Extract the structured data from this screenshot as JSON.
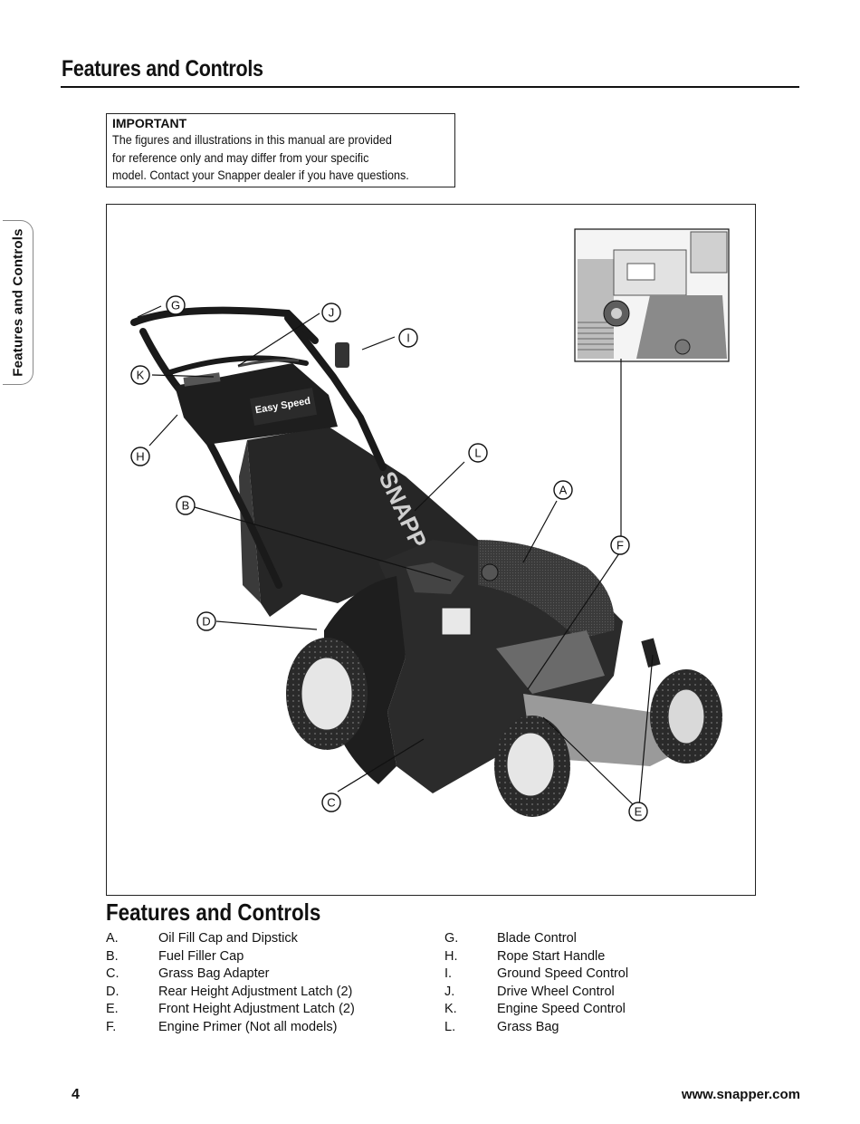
{
  "header": {
    "title": "Features and Controls"
  },
  "side_tab": {
    "label": "Features and Controls"
  },
  "important": {
    "heading": "IMPORTANT",
    "lines": [
      "The figures and illustrations in this manual are provided",
      "for reference only and may differ from your specific",
      "model. Contact your Snapper dealer if you have questions."
    ]
  },
  "figure": {
    "handle_badge": "Easy Speed",
    "bag_brand": "SNAPPER",
    "callouts": [
      "A",
      "B",
      "C",
      "D",
      "E",
      "F",
      "G",
      "H",
      "I",
      "J",
      "K",
      "L"
    ]
  },
  "legend": {
    "heading": "Features and Controls",
    "column_1": [
      {
        "letter": "A.",
        "text": "Oil Fill Cap and Dipstick"
      },
      {
        "letter": "B.",
        "text": "Fuel Filler Cap"
      },
      {
        "letter": "C.",
        "text": "Grass Bag Adapter"
      },
      {
        "letter": "D.",
        "text": "Rear Height Adjustment Latch (2)"
      },
      {
        "letter": "E.",
        "text": "Front Height Adjustment Latch (2)"
      },
      {
        "letter": "F.",
        "text": "Engine Primer (Not all models)"
      }
    ],
    "column_2": [
      {
        "letter": "G.",
        "text": "Blade Control"
      },
      {
        "letter": "H.",
        "text": "Rope Start Handle"
      },
      {
        "letter": "I.",
        "text": "Ground Speed Control"
      },
      {
        "letter": "J.",
        "text": "Drive Wheel Control"
      },
      {
        "letter": "K.",
        "text": "Engine Speed Control"
      },
      {
        "letter": "L.",
        "text": "Grass Bag"
      }
    ]
  },
  "footer": {
    "page_number": "4",
    "url": "www.snapper.com"
  }
}
